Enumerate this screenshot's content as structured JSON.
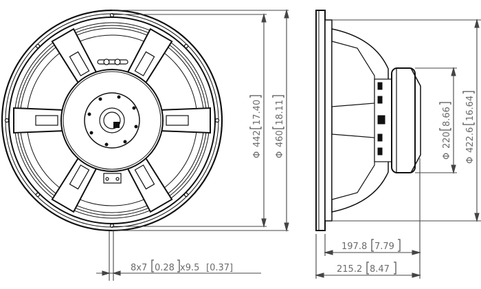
{
  "drawing": {
    "subject": "loudspeaker driver outline drawing",
    "views": [
      "front-view",
      "side-view"
    ]
  },
  "dimensions": {
    "baffle_cutout": {
      "symbol": "Φ",
      "mm": "442",
      "inch": "17.40"
    },
    "outer_diameter": {
      "symbol": "Φ",
      "mm": "460",
      "inch": "18.11"
    },
    "magnet_diameter": {
      "symbol": "Φ",
      "mm": "220",
      "inch": "8.66"
    },
    "mounting_circle": {
      "symbol": "Φ",
      "mm": "422.6",
      "inch": "16.64"
    },
    "depth_from_baffle": {
      "mm": "197.8",
      "inch": "7.79"
    },
    "overall_depth": {
      "mm": "215.2",
      "inch": "8.47"
    },
    "mounting_holes": {
      "prefix": "8x7",
      "inch1": "0.28",
      "mid": "x9.5",
      "inch2": "[0.37]"
    }
  }
}
